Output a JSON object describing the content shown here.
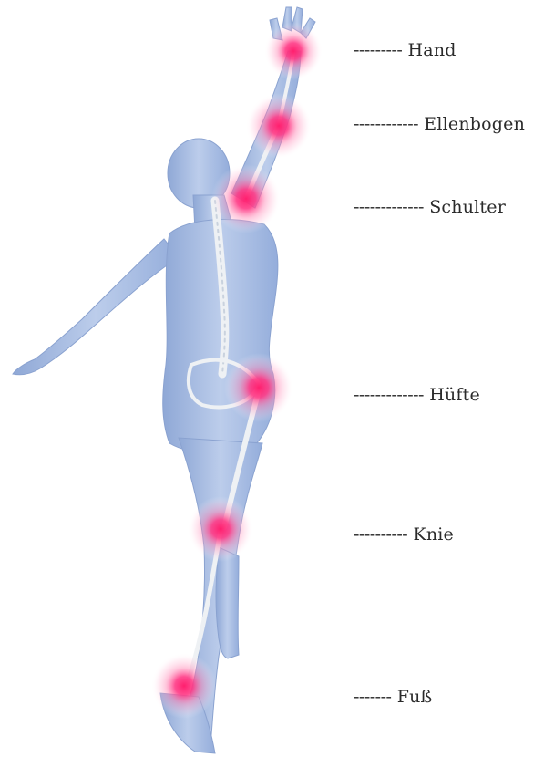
{
  "figure": {
    "subject": "female body, back view, skeleton and joints highlighted"
  },
  "colors": {
    "skin": "#a9bfe2",
    "skin_shadow": "#7f99c8",
    "bone": "#eef1f4",
    "joint_glow": "#ff2f7a"
  },
  "joints": [
    {
      "id": "hand",
      "dashes": "---------",
      "name": "Hand"
    },
    {
      "id": "elbow",
      "dashes": "------------",
      "name": "Ellenbogen"
    },
    {
      "id": "shoulder",
      "dashes": "-------------",
      "name": "Schulter"
    },
    {
      "id": "hip",
      "dashes": "-------------",
      "name": "Hüfte"
    },
    {
      "id": "knee",
      "dashes": "----------",
      "name": "Knie"
    },
    {
      "id": "foot",
      "dashes": "-------",
      "name": "Fuß"
    }
  ]
}
